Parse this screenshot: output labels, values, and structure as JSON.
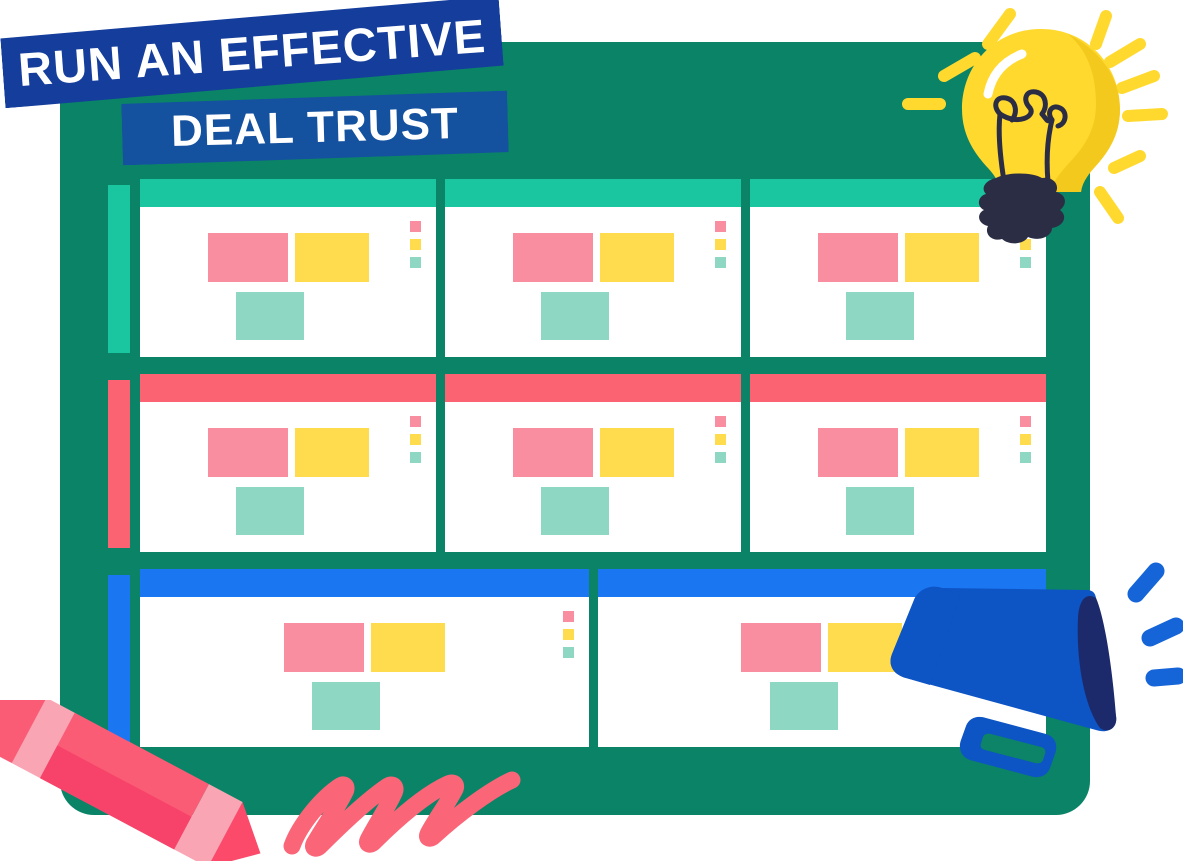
{
  "title": {
    "line1": "RUN AN EFFECTIVE",
    "line2": "DEAL TRUST"
  },
  "colors": {
    "board_green": "#0b8367",
    "board_frame_green": "#046b52",
    "banner_blue": "#143d9c",
    "banner_blue_2": "#14519f",
    "row_teal": "#19c6a0",
    "row_coral": "#fb6272",
    "row_blue": "#1b76f2",
    "block_pink": "#f98ea0",
    "block_yellow": "#ffdc4e",
    "block_teal": "#8ed7c3",
    "bulb_yellow": "#ffd92e",
    "bulb_yellow_shadow": "#f5c81e",
    "bulb_base_navy": "#2b2d45",
    "megaphone_blue": "#0d54c4",
    "megaphone_inner_navy": "#1c2a6b",
    "pencil_pink": "#fb5c75",
    "pencil_light_pink": "#f9a5b4",
    "scribble_pink": "#fb6578",
    "card_white": "#ffffff"
  },
  "board": {
    "rows": [
      {
        "id": "row-teal",
        "accent": "#19c6a0",
        "cards": [
          {
            "id": "card-1-1",
            "header_color": "#19c6a0",
            "dots": [
              "#f98ea0",
              "#ffdc4e",
              "#8ed7c3"
            ],
            "blocks": [
              "#f98ea0",
              "#ffdc4e",
              "#8ed7c3"
            ]
          },
          {
            "id": "card-1-2",
            "header_color": "#19c6a0",
            "dots": [
              "#f98ea0",
              "#ffdc4e",
              "#8ed7c3"
            ],
            "blocks": [
              "#f98ea0",
              "#ffdc4e",
              "#8ed7c3"
            ]
          },
          {
            "id": "card-1-3",
            "header_color": "#19c6a0",
            "dots": [
              "#f98ea0",
              "#ffdc4e",
              "#8ed7c3"
            ],
            "blocks": [
              "#f98ea0",
              "#ffdc4e",
              "#8ed7c3"
            ]
          }
        ]
      },
      {
        "id": "row-coral",
        "accent": "#fb6272",
        "cards": [
          {
            "id": "card-2-1",
            "header_color": "#fb6272",
            "dots": [
              "#f98ea0",
              "#ffdc4e",
              "#8ed7c3"
            ],
            "blocks": [
              "#f98ea0",
              "#ffdc4e",
              "#8ed7c3"
            ]
          },
          {
            "id": "card-2-2",
            "header_color": "#fb6272",
            "dots": [
              "#f98ea0",
              "#ffdc4e",
              "#8ed7c3"
            ],
            "blocks": [
              "#f98ea0",
              "#ffdc4e",
              "#8ed7c3"
            ]
          },
          {
            "id": "card-2-3",
            "header_color": "#fb6272",
            "dots": [
              "#f98ea0",
              "#ffdc4e",
              "#8ed7c3"
            ],
            "blocks": [
              "#f98ea0",
              "#ffdc4e",
              "#8ed7c3"
            ]
          }
        ]
      },
      {
        "id": "row-blue",
        "accent": "#1b76f2",
        "cards": [
          {
            "id": "card-3-1",
            "header_color": "#1b76f2",
            "dots": [
              "#f98ea0",
              "#ffdc4e",
              "#8ed7c3"
            ],
            "blocks": [
              "#f98ea0",
              "#ffdc4e",
              "#8ed7c3"
            ]
          },
          {
            "id": "card-3-2",
            "header_color": "#1b76f2",
            "dots": [
              "#f98ea0",
              "#ffdc4e",
              "#8ed7c3"
            ],
            "blocks": [
              "#f98ea0",
              "#ffdc4e",
              "#8ed7c3"
            ]
          }
        ]
      }
    ]
  },
  "decorations": [
    {
      "name": "lightbulb-icon",
      "label": "lightbulb"
    },
    {
      "name": "megaphone-icon",
      "label": "megaphone"
    },
    {
      "name": "pencil-icon",
      "label": "pencil"
    },
    {
      "name": "scribble-mark",
      "label": "scribble"
    }
  ]
}
